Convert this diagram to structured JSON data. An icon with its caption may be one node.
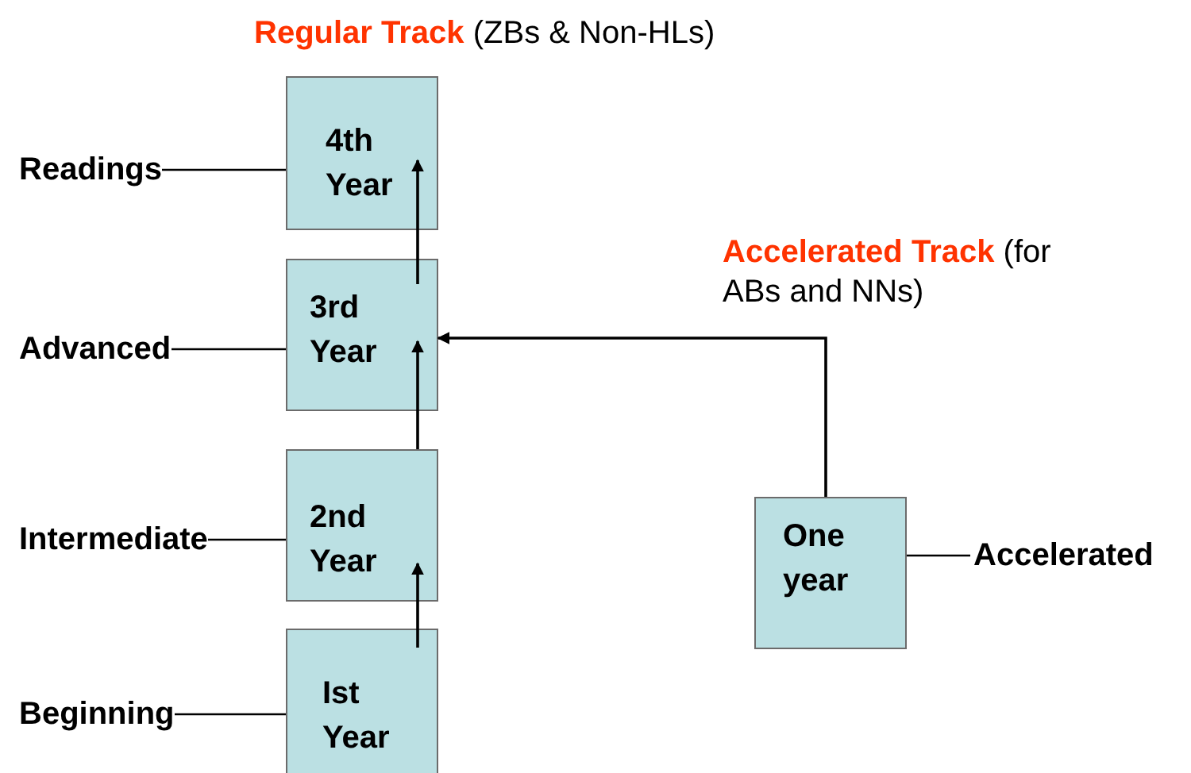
{
  "diagram": {
    "nodes": [
      {
        "text": [
          "4th Year"
        ]
      },
      {
        "text": [
          "3rd Year"
        ]
      },
      {
        "text": [
          "2nd Year"
        ]
      },
      {
        "text": [
          "Ist Year"
        ]
      },
      {
        "text": [
          "One year"
        ]
      },
      {
        "text": [
          "Readings"
        ]
      },
      {
        "text": [
          "Advanced"
        ]
      },
      {
        "text": [
          "Intermediate"
        ]
      },
      {
        "text": [
          "Beginning"
        ]
      },
      {
        "text": [
          "Accelerated"
        ]
      }
    ],
    "edges": [
      {
        "from": 3,
        "to": 2,
        "arrow": "to"
      },
      {
        "from": 2,
        "to": 1,
        "arrow": "to"
      },
      {
        "from": 1,
        "to": 0,
        "arrow": "to"
      },
      {
        "from": 4,
        "to": 1,
        "arrow": "to"
      },
      {
        "from": 5,
        "to": 0,
        "arrow": "none"
      },
      {
        "from": 6,
        "to": 1,
        "arrow": "none"
      },
      {
        "from": 7,
        "to": 2,
        "arrow": "none"
      },
      {
        "from": 8,
        "to": 3,
        "arrow": "none"
      },
      {
        "from": 9,
        "to": 4,
        "arrow": "none"
      }
    ],
    "labels": [
      "**Regular Track** (ZBs & Non-HLs)",
      "**Accelerated Track** (for ABs and NNs)"
    ]
  }
}
